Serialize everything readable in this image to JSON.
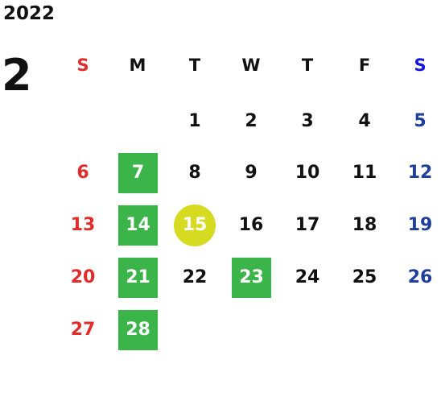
{
  "calendar": {
    "year": "2022",
    "month": "2",
    "weekdays": [
      "S",
      "M",
      "T",
      "W",
      "T",
      "F",
      "S"
    ],
    "weeks": [
      [
        "",
        "",
        "1",
        "2",
        "3",
        "4",
        "5"
      ],
      [
        "6",
        "7",
        "8",
        "9",
        "10",
        "11",
        "12"
      ],
      [
        "13",
        "14",
        "15",
        "16",
        "17",
        "18",
        "19"
      ],
      [
        "20",
        "21",
        "22",
        "23",
        "24",
        "25",
        "26"
      ],
      [
        "27",
        "28",
        "",
        "",
        "",
        "",
        ""
      ]
    ],
    "highlights": {
      "box": [
        "7",
        "14",
        "21",
        "23",
        "28"
      ],
      "circle": [
        "15"
      ]
    }
  },
  "colors": {
    "sunday": "#e22b2b",
    "saturday_header": "#1515e0",
    "saturday": "#1f3f9a",
    "weekday": "#111111",
    "box_highlight": "#3bb54a",
    "circle_highlight": "#d6da20",
    "highlight_text": "#ffffff"
  }
}
